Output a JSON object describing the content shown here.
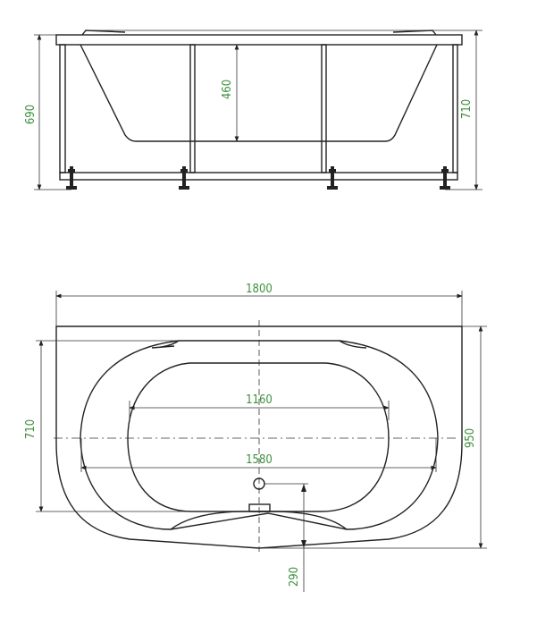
{
  "colors": {
    "dimension_text": "#3f8f3f",
    "lines": "#222222"
  },
  "side_view": {
    "dims": {
      "overall_height": "690",
      "depth": "460",
      "height_with_rim": "710"
    }
  },
  "plan_view": {
    "dims": {
      "length": "1800",
      "width": "950",
      "rim_width": "710",
      "inner_length": "1160",
      "rim_length": "1580",
      "drain_offset": "290"
    }
  }
}
